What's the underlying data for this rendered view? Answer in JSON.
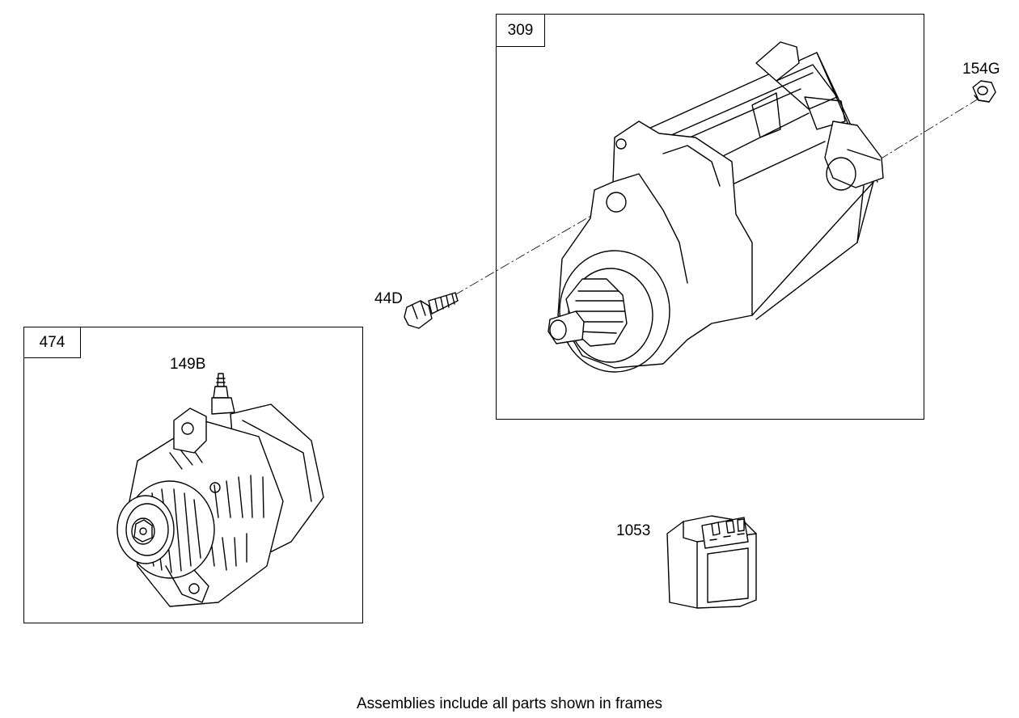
{
  "frames": {
    "starter": {
      "number": "309"
    },
    "alternator": {
      "number": "474"
    }
  },
  "callouts": {
    "nut": "154G",
    "screw": "44D",
    "stud": "149B",
    "regulator": "1053"
  },
  "footer_note": "Assemblies include all parts shown in frames"
}
